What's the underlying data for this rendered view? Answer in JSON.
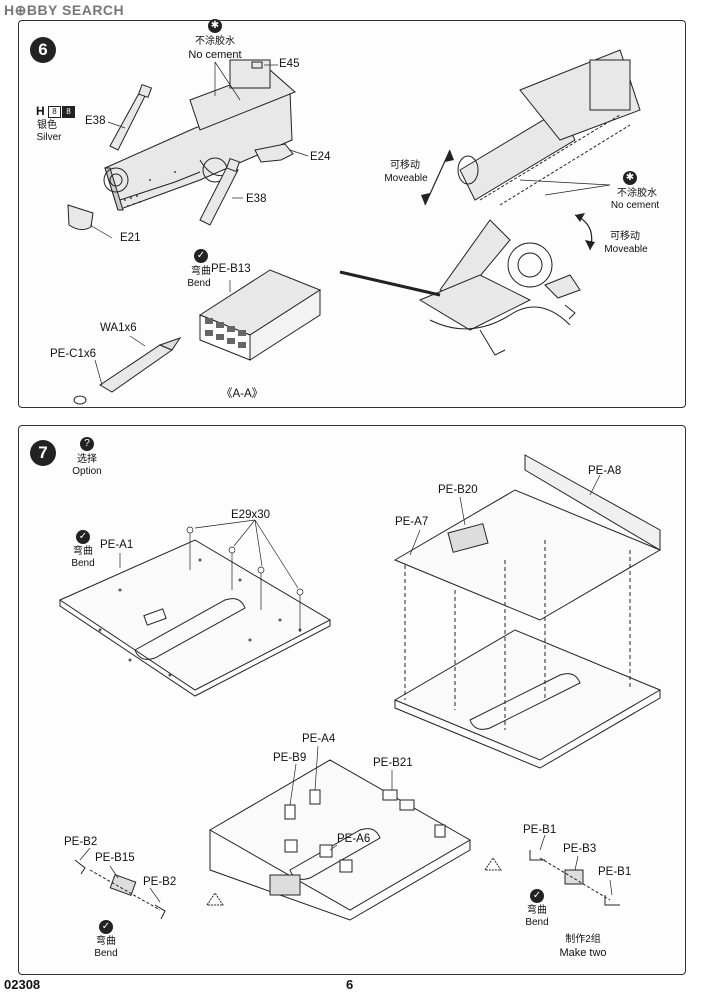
{
  "watermark": "H⊕BBY SEARCH",
  "page": {
    "code": "02308",
    "number": "6"
  },
  "step6": {
    "number": "6",
    "no_cement_cn": "不涂胶水",
    "no_cement_en": "No cement",
    "color_code": "H",
    "color_num_a": "8",
    "color_num_b": "8",
    "color_cn": "银色",
    "color_en": "Silver",
    "parts": [
      "E45",
      "E38",
      "E24",
      "E38",
      "E21"
    ],
    "bend_cn": "弯曲",
    "bend_en": "Bend",
    "pe_b13": "PE-B13",
    "wa1": "WA1x6",
    "pe_c1": "PE-C1x6",
    "section": "《A-A》",
    "moveable_cn": "可移动",
    "moveable_en": "Moveable",
    "no_cement2_cn": "不涂胶水",
    "no_cement2_en": "No cement",
    "moveable2_cn": "可移动",
    "moveable2_en": "Moveable"
  },
  "step7": {
    "number": "7",
    "option_cn": "选择",
    "option_en": "Option",
    "bend_cn": "弯曲",
    "bend_en": "Bend",
    "pe_a1": "PE-A1",
    "e29": "E29x30",
    "pe_b20": "PE-B20",
    "pe_a8": "PE-A8",
    "pe_a7": "PE-A7",
    "pe_a4": "PE-A4",
    "pe_b9": "PE-B9",
    "pe_b21": "PE-B21",
    "pe_a6": "PE-A6",
    "pe_b2a": "PE-B2",
    "pe_b15": "PE-B15",
    "pe_b2b": "PE-B2",
    "bend2_cn": "弯曲",
    "bend2_en": "Bend",
    "pe_b1a": "PE-B1",
    "pe_b3": "PE-B3",
    "pe_b1b": "PE-B1",
    "bend3_cn": "弯曲",
    "bend3_en": "Bend",
    "make_two_cn": "制作2组",
    "make_two_en": "Make two"
  }
}
